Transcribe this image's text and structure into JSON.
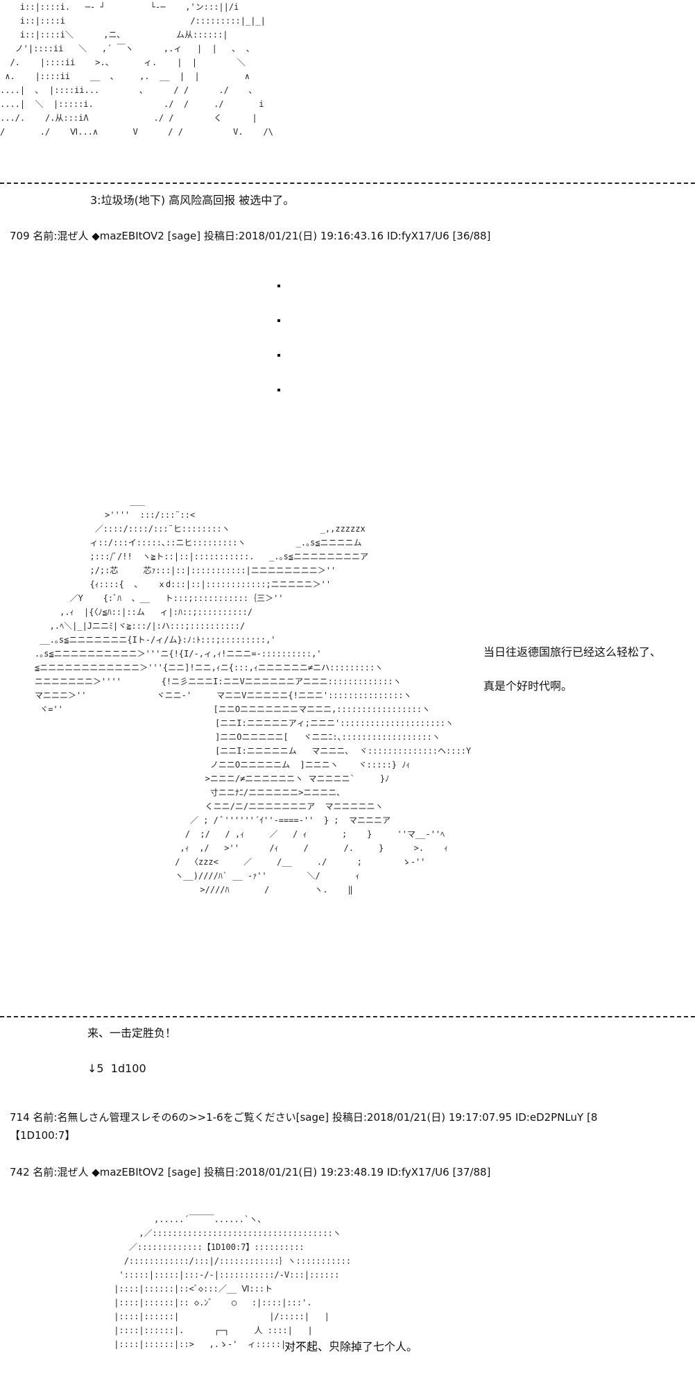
{
  "ascii_art": {
    "top": "    i::|::::i.   ─- ┘         └-─    ,'ン:::||/i\n    i::|::::i                         /:::::::::|_|_|\n    i::|::::i＼      ,ニ､           ム从::::::|\n   ノ'|::::ii   ＼   ,´ ￣ヽ      ,.ィ   |  |   ､  ､\n  /.    |::::ii    >.、      ィ.    |  |        ＼\n ∧.    |::::ii    __  ､     ,.  __  |  |         ∧\n....|  ､  |::::ii...        ､      / /      ./    ､\n....|  ＼  |:::::i.              ./  /     ./       i\n.../.    /.从:::iΛ             ./ /        く      |\n/       ./    Ⅵ...∧       V      / /          V.    /\\",
    "figure": "                   ___\n              >''''  :::/:::¨::<\n            ／::::/::::/:::¨ヒ::::::::ヽ                  _,,zzzzzx\n           ィ::/:::イ:::::､::ニヒ:::::::::ヽ          _.｡s≦ニニニニム\n           ;:::/ﾞ/!!  ヽ≧ト::|::|:::::::::::.   _.｡s≦ニニニニニニニニア\n           ;/;:芯     芯ｧ:::|::|:::::::::::|ニニニニニニニニ＞''\n           {ｨ::::{  、   ｘd:::|::|::::::::::::;ニニニニニ＞''\n       ／Y    {:ﾞﾊ  、__   ト:::;:::::::::::｛三＞''\n     ,.ｨ  |{〈ﾉ≦ﾊ::|::ム   ィ|:ﾊ::;::::::::::/\n   ,.ﾍ＼|_|Jニニﾐ|ヾ≧:::/|:ハ:::;::::::::::/\n __.｡s≦ニニニニニニニ{Iト-/ィ/ム}:ﾉ:ﾄ:::;:::::::::,'\n.｡s≦ニニニニニニニニニニ＞'''ニ{!{I/-,ィ,ｨ!ニニニ=-::::::::::,'\n≦ニニニニニニニニニニニニ＞'''{ニニ]!ニニ,ｨニ{:::,ｨニニニニニニ≠ニハ:::::::::ヽ\nニニニニニニニ＞''''        {!ニ彡ニニニI:ニニVニニニニニニアニニニ:::::::::::::ヽ\nマニニニ＞''              ヾニニ-'     マニニVニニニニニ{!ニニニ':::::::::::::::ヽ\n ヾ=''                              [ニニOニニニニニニニマニニニ,:::::::::::::::::ヽ\n                                    [ニニI:ニニニニニアィ;ニニニ':::::::::::::::::::::ヽ\n                                    ]ニニOニニニニニ[   ヾニニﾆ:､::::::::::::::::::ヽ\n                                    [ニニI:ニニニニニム   マニニニ､  ヾ::::::::::::::ヘ::::Y\n                                   ノニニOニニニニニム  ]ニニニヽ    ヾ:::::} ﾉｨ\n                                  >ニニニ/≠ニニニニニニヽ マニニニニ`     }ﾉ\n                                   寸ニニﾅﾆ/ニニニニニニ>ニニニニ､\n                                  くニニ/ニ/ニニニニニニニア  マニニニニニヽ\n                               ／ ; / ﾞ''''''´ｲ''-====-''  } ;  マニニニア\n                              /  ;/   / ,ｨ     ／   / ｨ       ;    }     ''マ__-''ﾍ\n                             ,ｨ  ,/   >''      /ｨ     /       /.     }      >.    ｨ\n                            /  〈zzz<     ／     /__     ./      ;        ゝ-''\n                            ヽ__)////ﾊ` __ -ｧ''        ＼/       ｨ\n                                 >////ﾊ       /         ヽ.    ‖",
    "bottom": "                  ,.....´￣￣￣......`ヽ、\n               ,／::::::::::::::::::::::::::::::::::::ヽ\n             ／:::::::::::::【1D100:7】::::::::::\n            /::::::::::::/:::|/::::::::::::｝ヽ:::::::::::\n           ':::::|:::::|:::-/-|:::::::::::/-V:::|::::::\n          |::::|::::::|::<ﾞ◇:::／__ Ⅵ:::ト\n          |::::|::::::|:: ◇.ﾝ゛   ○   :|::::|:::'.\n          |::::|::::::|                  |/:::::|   |\n          |::::|::::::|.      ┌─┐     人 ::::|   |\n          |::::|::::::|::>   ,.ゝ-'  ィ:::::|:::::|   |"
  },
  "posts": {
    "text_1": "3:垃圾场(地下) 高风险高回报 被选中了。",
    "header_709": "709 名前:混ぜ人 ◆mazEBItOV2 [sage] 投稿日:2018/01/21(日) 19:16:43.16 ID:fyX17/U6 [36/88]",
    "side_text_1": "当日往返德国旅行已经这么轻松了、",
    "side_text_2": "真是个好时代啊。",
    "text_come": "来、一击定胜负！",
    "text_roll": "↓5  1d100",
    "header_714": "714 名前:名無しさん管理スレその6の>>1-6をご覧ください[sage] 投稿日:2018/01/21(日) 19:17:07.95 ID:eD2PNLuY [8",
    "text_dice": "【1D100:7】",
    "header_742": "742 名前:混ぜ人 ◆mazEBItOV2 [sage] 投稿日:2018/01/21(日) 19:23:48.19 ID:fyX17/U6 [37/88]",
    "side_text_3": "对不起、只除掉了七个人。"
  }
}
